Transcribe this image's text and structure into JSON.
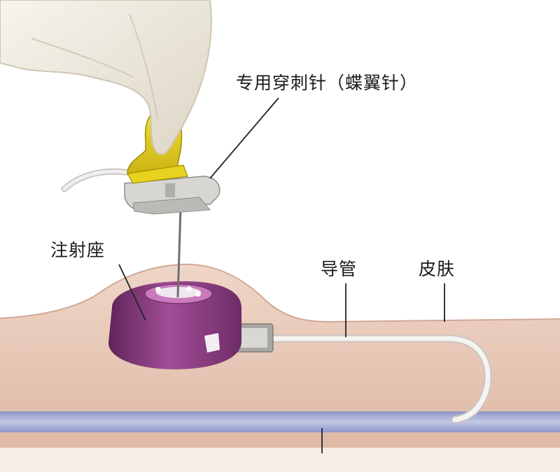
{
  "labels": {
    "needle": "专用穿刺针（蝶翼针）",
    "port": "注射座",
    "catheter": "导管",
    "skin": "皮肤"
  },
  "colors": {
    "skin": "#e9c9b8",
    "skin_shadow": "#d7ad9a",
    "vein": "#a9b1d6",
    "port": "#8a3f80",
    "needle_wing": "#e9d21c",
    "glove": "#efeae0",
    "catheter": "#f3f1ee"
  }
}
